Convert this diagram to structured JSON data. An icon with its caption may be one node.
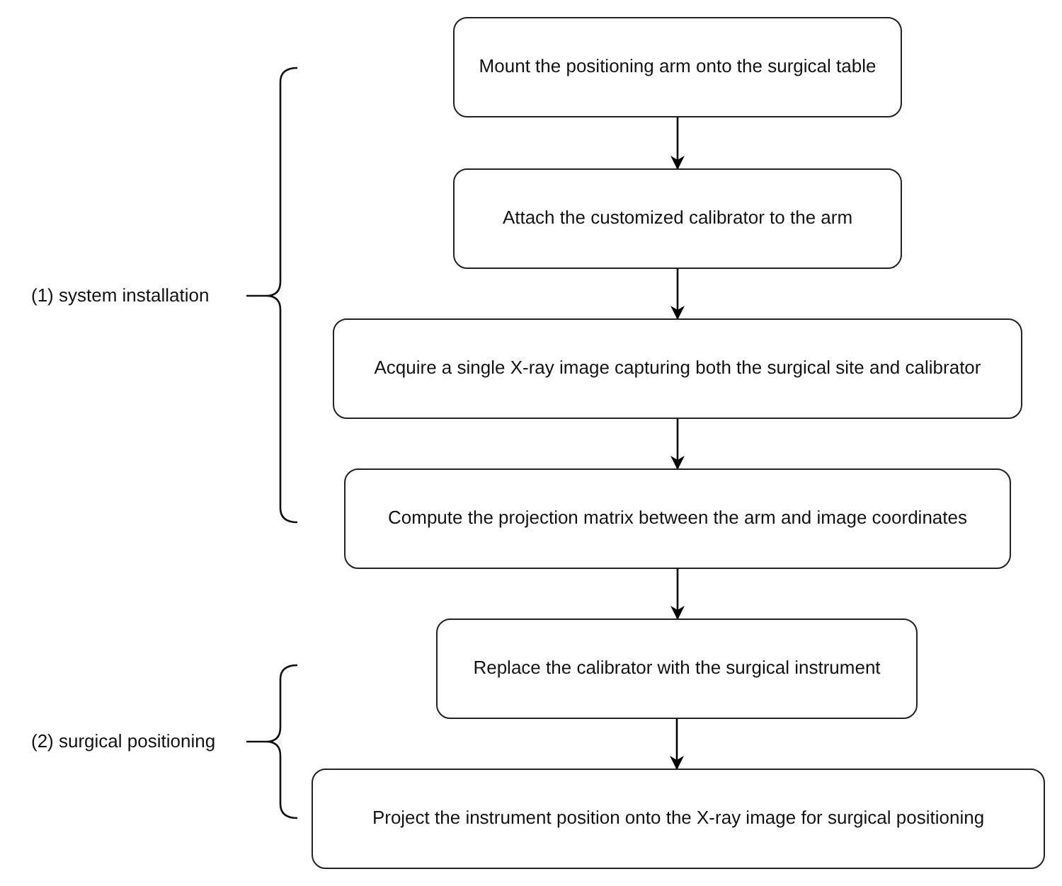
{
  "diagram": {
    "nodes": [
      {
        "text": [
          "Mount the positioning arm onto the surgical table"
        ]
      },
      {
        "text": [
          "Attach the customized calibrator to the arm"
        ]
      },
      {
        "text": [
          "Acquire a single X-ray image capturing both the surgical site and calibrator"
        ]
      },
      {
        "text": [
          "Compute the projection matrix between the arm and image coordinates"
        ]
      },
      {
        "text": [
          "Replace the calibrator with the surgical instrument"
        ]
      },
      {
        "text": [
          "Project the instrument position onto the X-ray image for surgical positioning"
        ]
      }
    ],
    "edges": [
      {
        "from": 0,
        "to": 1,
        "arrow": "to"
      },
      {
        "from": 1,
        "to": 2,
        "arrow": "to"
      },
      {
        "from": 2,
        "to": 3,
        "arrow": "to"
      },
      {
        "from": 3,
        "to": 4,
        "arrow": "to"
      },
      {
        "from": 4,
        "to": 5,
        "arrow": "to"
      }
    ],
    "labels": [
      "(1) system installation",
      "(2) surgical positioning"
    ]
  }
}
